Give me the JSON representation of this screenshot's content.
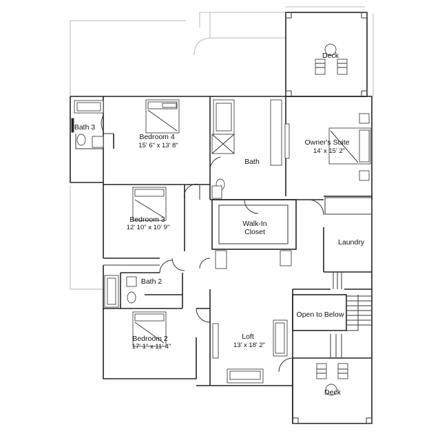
{
  "rooms": [
    {
      "name": "Deck",
      "dims": ""
    },
    {
      "name": "Bath 3",
      "dims": ""
    },
    {
      "name": "Bedroom 4",
      "dims": "15' 6\" x 13' 8\""
    },
    {
      "name": "Owner's Suite",
      "dims": "14' x 15' 2\""
    },
    {
      "name": "Bath",
      "dims": ""
    },
    {
      "name": "Bedroom 3",
      "dims": "12' 10\" x 10' 9\""
    },
    {
      "name": "Walk-In",
      "dims": "Closet"
    },
    {
      "name": "Laundry",
      "dims": ""
    },
    {
      "name": "Bath 2",
      "dims": ""
    },
    {
      "name": "Open to Below",
      "dims": ""
    },
    {
      "name": "Bedroom 2",
      "dims": "17' 1\" x 11' 4\""
    },
    {
      "name": "Loft",
      "dims": "13' x 18' 2\""
    },
    {
      "name": "Deck",
      "dims": ""
    }
  ],
  "palette": {
    "wall": "#222222",
    "background": "#ffffff",
    "faint": "#b8b8b8"
  }
}
